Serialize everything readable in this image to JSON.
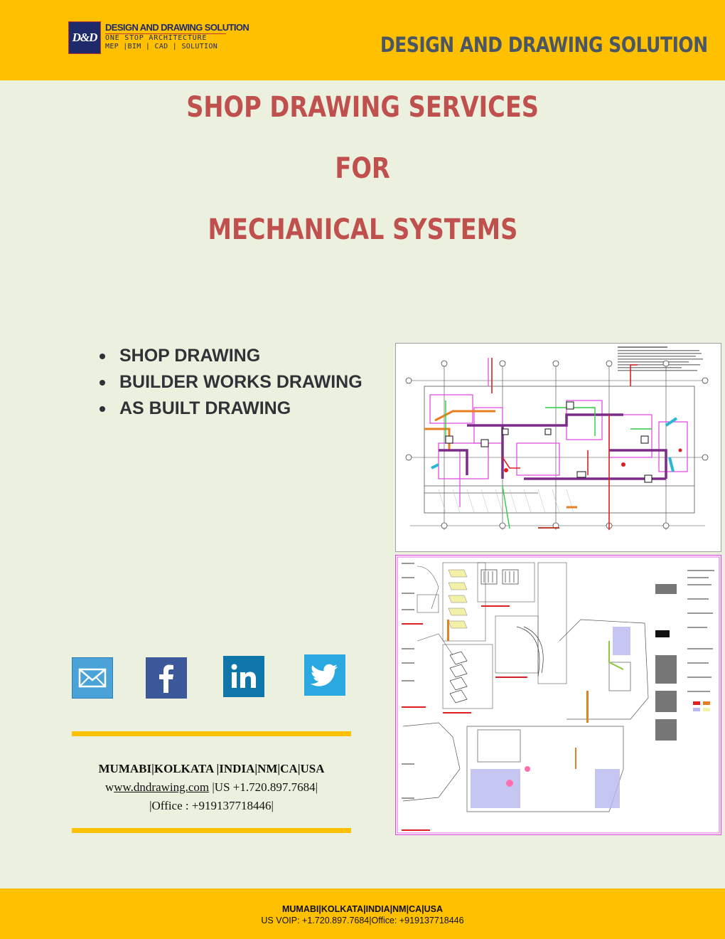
{
  "header": {
    "logo_mark": "D&D",
    "logo_line1": "DESIGN AND DRAWING SOLUTION",
    "logo_line2": "ONE STOP ARCHITECTURE",
    "logo_line3": "MEP |BIM | CAD | SOLUTION",
    "brand": "DESIGN AND DRAWING SOLUTION"
  },
  "headline": {
    "line1": "SHOP DRAWING SERVICES",
    "line2": "FOR",
    "line3": "MECHANICAL SYSTEMS"
  },
  "services": [
    "SHOP DRAWING",
    "BUILDER WORKS DRAWING",
    "AS BUILT DRAWING"
  ],
  "social": {
    "icons": [
      "mail-icon",
      "facebook-icon",
      "linkedin-icon",
      "twitter-icon"
    ],
    "colors": {
      "mail": "#4aa3d8",
      "facebook": "#3b5998",
      "linkedin": "#0e76a8",
      "twitter": "#2aa9e0"
    }
  },
  "contact": {
    "locations": "MUMABI|KOLKATA |INDIA|NM|CA|USA",
    "website_prefix": "w",
    "website": "ww.dndrawing.com",
    "us_phone": " |US +1.720.897.7684|",
    "office": "|Office : +919137718446|"
  },
  "footer": {
    "line1": "MUMABI|KOLKATA|INDIA|NM|CA|USA",
    "line2": "US VOIP: +1.720.897.7684|Office: +919137718446"
  },
  "colors": {
    "accent_yellow": "#ffc000",
    "background": "#ebf1de",
    "headline_red": "#c0504d",
    "brand_gray": "#4a5663"
  }
}
